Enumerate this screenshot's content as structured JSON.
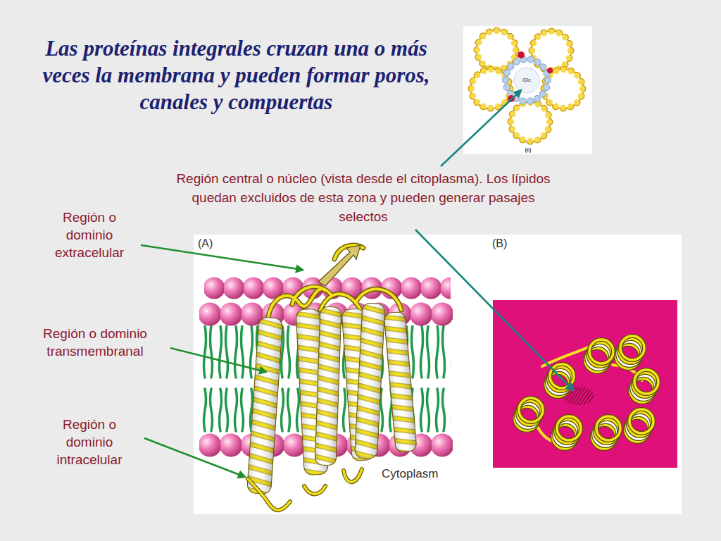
{
  "diagram": {
    "title": "Las proteínas integrales cruzan una o más veces la membrana y pueden formar poros, canales y compuertas",
    "labels": [
      "Región central o núcleo (vista desde el citoplasma). Los lípidos quedan excluidos de esta zona y pueden generar pasajes selectos",
      "Región o dominio extracelular",
      "Región o dominio transmembranal",
      "Región o dominio intracelular",
      "(A)",
      "(B)",
      "Cytoplasm",
      "Glc",
      "(c)"
    ]
  }
}
